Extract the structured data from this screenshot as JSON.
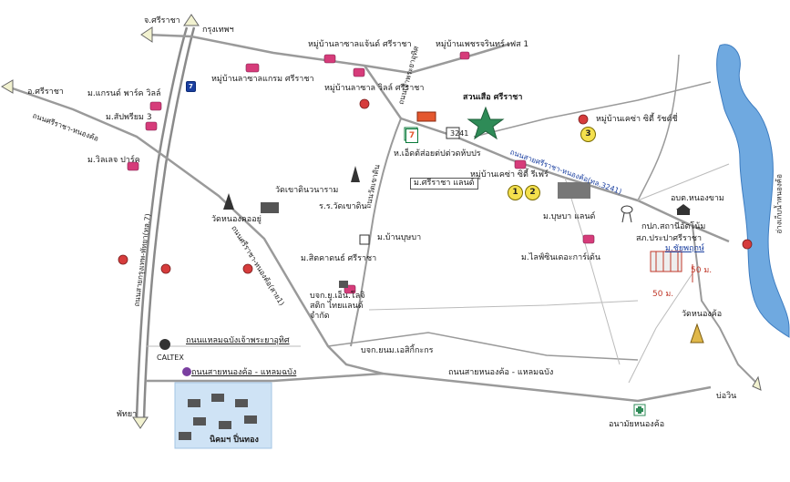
{
  "labels": {
    "to_sriracha_top": "จ.ศรีราชา",
    "to_bangkok": "กรุงเทพฯ",
    "to_sriracha_left": "อ.ศรีราชา",
    "vill_lat_sai_sriracha": "หมู่บ้านลาซาลแจ้นด์ ศรีราชา",
    "vill_phetcharin": "หมู่บ้านเพชรจรินทร์ เฟส 1",
    "vill_lat_yai_kram": "หมู่บ้านลาซาลแกรม ศรีราชา",
    "vill_lat_villa": "หมู่บ้านลาซาล วิลล์ ศรีราชา",
    "m_grand_park_ville": "ม.แกรนด์ พาร์ค วิลล์",
    "m_sapmaya": "ม.สัปพรียม 3",
    "m_villa_park": "ม.วิลเลจ ปาร์ค",
    "road_sriracha_nongkho": "ถนนศรีราชา-หนองค้อ",
    "road_sukhumvit": "ถนนสายกรุงเทพ-พัทยา(ทล.7)",
    "road_chao_tarat": "ถนนเจ้าพระยาอุทิศ",
    "suan_sua": "สวนเสือ ศรีราชา",
    "seven_eleven_label": "7",
    "cross_3241": "3241",
    "tesco_lotus": "ห.เอ็ดต้ส่อยต่ปต่วดห้บปร",
    "m_sriracha_land": "ม.ศรีราชา แลนด์",
    "road_sriracha_nongkho_3241": "ถนนสายศรีราชา-หนองค้อ(ทล.3241)",
    "vill_casa_city": "หมู่บ้านเคซ่า ซิตี้ รีเฟร์",
    "vill_casa_city_2": "หมู่บ้านเคซ่า ซิตี้ รัชต์ชี่",
    "wat_khao_din": "วัดเขาดินวนาราม",
    "road_khao_din": "ถนนวัดเขาดิน",
    "rs_wat_khao_din": "ร.ร.วัดเขาดิน",
    "m_ban_nongna": "ม.บ้านบุษบา",
    "wat_nong_kho_yu": "วัดหนองคออยู่",
    "road_sriracha_nongkho_2": "ถนนศรีราชา-หนองค้อ(สาย1)",
    "m_siampot": "ม.สิตคาดนธ์ ศรีราชา",
    "m_busaba_land": "ม.บุษบา แลนด์",
    "m_light_in": "ม.ไลฟ์ซินเดอะการ์เด้น",
    "police_nongkham": "อบต.หนองขาม",
    "kmtk_station": "กปภ.สถานีอัตโน้ม",
    "sn_pramong": "สภ.ประปาศรีราชา",
    "m_chatphon": "ม.ชัยพฤกษ์",
    "dist_50m_a": "50 ม.",
    "dist_50m_b": "50 ม.",
    "bkc_company": "บจก.ยู.เอ็น.โลจิสติก ไทยแลนด์ จำกัด",
    "caltex": "CALTEX",
    "road_laem_chabang": "ถนนแหลมฉบังเจ้าพระยาอุทิศ",
    "road_nongkho_laemchabang": "ถนนสายหนองค้อ - แหลมฉบัง",
    "road_nongkho_laemchabang_2": "ถนนสายหนองค้อ - แหลมฉบัง",
    "bkc_jaupsik": "บจก.ยนม.เอสิกิ้กะกร",
    "nikom_pin_thong": "นิคมฯ ปิ่นทอง",
    "pattaya": "พัทยา",
    "wat_nong_kho": "วัดหนองค้อ",
    "baan_bueng": "บ่อวิน",
    "health_nong_kho": "อนามัยหนองค้อ",
    "lake_label": "อ่างเก็บน้ำหนองค้อ"
  },
  "circle_numbers": [
    "1",
    "2",
    "3"
  ],
  "colors": {
    "road": "#9a9a9a",
    "road_major": "#8a8a8a",
    "water": "#6fa9e0",
    "estate": "#cfe3f5",
    "star": "#2e8b57",
    "pin": "#d63c5a",
    "fuel": "#c0392b"
  },
  "icons": [
    "house-pin-icon",
    "fuel-station-icon",
    "temple-icon",
    "factory-icon",
    "star-icon",
    "hospital-icon",
    "water-tower-icon",
    "road-arrow-icon"
  ]
}
